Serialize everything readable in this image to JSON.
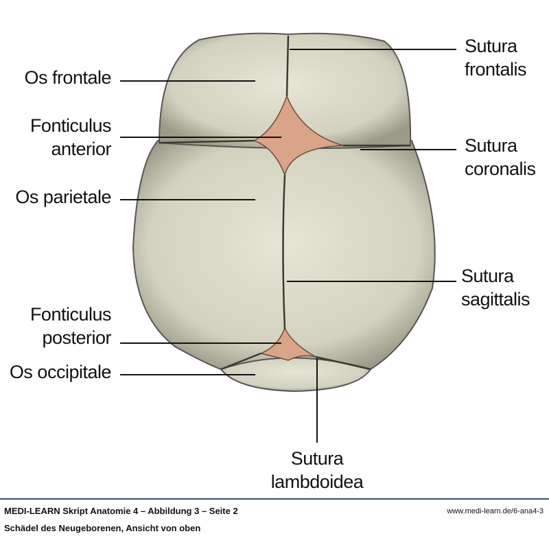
{
  "labels": {
    "os_frontale": "Os frontale",
    "fonticulus_anterior": [
      "Fonticulus",
      "anterior"
    ],
    "os_parietale": "Os parietale",
    "fonticulus_posterior": [
      "Fonticulus",
      "posterior"
    ],
    "os_occipitale": "Os occipitale",
    "sutura_frontalis": [
      "Sutura",
      "frontalis"
    ],
    "sutura_coronalis": [
      "Sutura",
      "coronalis"
    ],
    "sutura_sagittalis": [
      "Sutura",
      "sagittalis"
    ],
    "sutura_lambdoidea": [
      "Sutura",
      "lambdoidea"
    ]
  },
  "footer": {
    "title": "MEDI-LEARN Skript Anatomie 4 – Abbildung 3 – Seite 2",
    "url": "www.medi-learn.de/6-ana4-3",
    "caption": "Schädel des Neugeborenen, Ansicht von oben"
  },
  "colors": {
    "bone": "#d9d8c8",
    "fontanelle": "#d9a487",
    "rule": "#2a4f8a"
  }
}
